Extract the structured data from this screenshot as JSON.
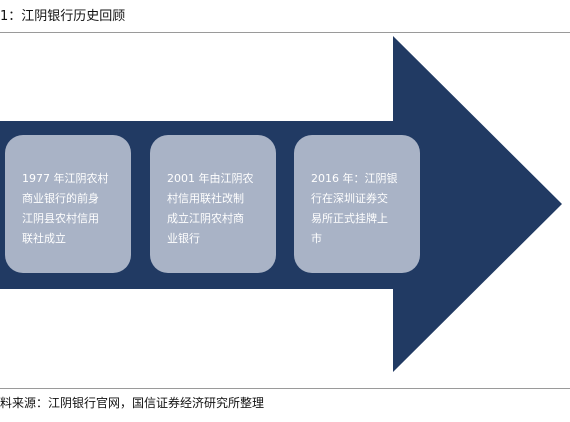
{
  "figure": {
    "title": "1：江阴银行历史回顾"
  },
  "colors": {
    "arrow": "#213a63",
    "card": "#a9b3c6",
    "card_text": "#ffffff",
    "rule": "#9a9a9a"
  },
  "timeline": [
    {
      "lines": [
        "1977 年江阴农村",
        "商业银行的前身",
        "江阴县农村信用",
        "联社成立"
      ]
    },
    {
      "lines": [
        "2001 年由江阴农",
        "村信用联社改制",
        "成立江阴农村商",
        "业银行"
      ]
    },
    {
      "lines": [
        "2016 年：江阴银",
        "行在深圳证券交",
        "易所正式挂牌上",
        "市"
      ]
    }
  ],
  "source": {
    "text": "料来源：江阴银行官网，国信证券经济研究所整理"
  }
}
